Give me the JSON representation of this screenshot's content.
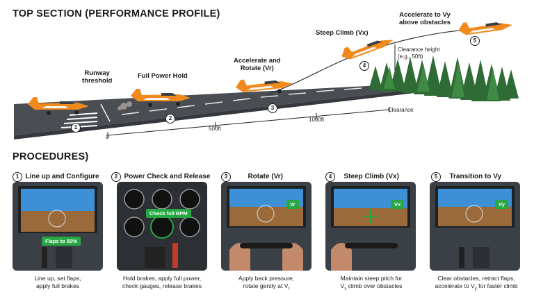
{
  "top": {
    "title": "TOP SECTION (PERFORMANCE PROFILE)",
    "runway_threshold": [
      "Runway",
      "threshold"
    ],
    "full_power_hold": "Full Power Hold",
    "accelerate_rotate": [
      "Accelerate and",
      "Rotate (Vr)"
    ],
    "steep_climb": "Steep Climb (Vx)",
    "accelerate_vy": [
      "Accelerate to Vy",
      "above obstacles"
    ],
    "clearance_height": [
      "Clearance height",
      "(e.g., 50ft)"
    ],
    "clearance": "Clearance",
    "dist_0": "0",
    "dist_500": "500ft",
    "dist_1000": "1000ft",
    "markers": [
      "1",
      "2",
      "3",
      "4",
      "5"
    ]
  },
  "procedures": {
    "title": "PROCEDURES)",
    "steps": [
      {
        "num": "1",
        "title": "Line up and Configure",
        "badge": "Flaps to 50%",
        "caption_1": "Line up, set flaps,",
        "caption_2": "apply full brakes"
      },
      {
        "num": "2",
        "title": "Power Check and Release",
        "badge": "Check full RPM",
        "caption_1": "Hold brakes, apply full power,",
        "caption_2": "check gauges, release brakes"
      },
      {
        "num": "3",
        "title": "Rotate (Vr)",
        "badge": "Vr",
        "caption_1": "Apply back pressure,",
        "caption_2": "rotate gently at V",
        "caption_sub": "r"
      },
      {
        "num": "4",
        "title": "Steep Climb (Vx)",
        "badge": "Vx",
        "caption_1": "Maintain steep pitch for",
        "caption_2_sub_first": "x",
        "caption_2": "V",
        "caption_2_rest": " climb over obstacles"
      },
      {
        "num": "5",
        "title": "Transition to Vy",
        "badge": "Vy",
        "caption_1": "Clear obstacles, retract flaps,",
        "caption_2": "accelerate to V",
        "caption_sub": "y",
        "caption_2_rest": " for faster climb"
      }
    ]
  },
  "colors": {
    "plane_orange": "#f08a1c",
    "plane_white": "#f4f4f4",
    "runway": "#4a4d52",
    "forest": "#2f6b34",
    "badge_green": "#27a844"
  }
}
